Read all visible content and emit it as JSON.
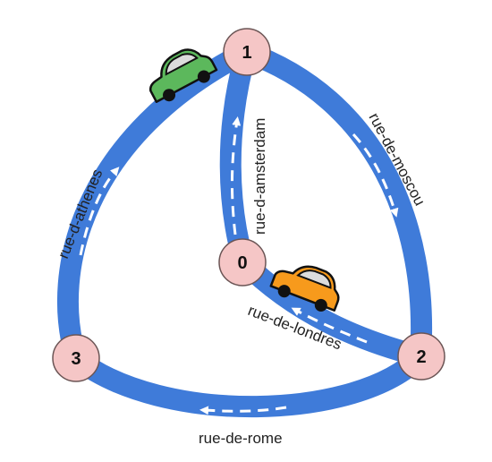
{
  "colors": {
    "road": "#3f7bd9",
    "road_dash": "#ffffff",
    "node_fill": "#f5c6c6",
    "node_stroke": "#6b5555",
    "car_green": "#5cb85c",
    "car_orange": "#f79a1c",
    "car_outline": "#111111",
    "window": "#dcdcdc"
  },
  "nodes": [
    {
      "id": "node-1",
      "label": "1"
    },
    {
      "id": "node-0",
      "label": "0"
    },
    {
      "id": "node-2",
      "label": "2"
    },
    {
      "id": "node-3",
      "label": "3"
    }
  ],
  "streets": [
    {
      "id": "rue-d-amsterdam",
      "label": "rue-d-amsterdam",
      "from": "0",
      "to": "1"
    },
    {
      "id": "rue-de-moscou",
      "label": "rue-de-moscou",
      "from": "1",
      "to": "2"
    },
    {
      "id": "rue-de-londres",
      "label": "rue-de-londres",
      "from": "2",
      "to": "0"
    },
    {
      "id": "rue-de-rome",
      "label": "rue-de-rome",
      "from": "2",
      "to": "3"
    },
    {
      "id": "rue-d-athenes",
      "label": "rue-d-athenes",
      "from": "3",
      "to": "1"
    }
  ],
  "cars": [
    {
      "id": "green-car",
      "color": "green"
    },
    {
      "id": "orange-car",
      "color": "orange"
    }
  ]
}
